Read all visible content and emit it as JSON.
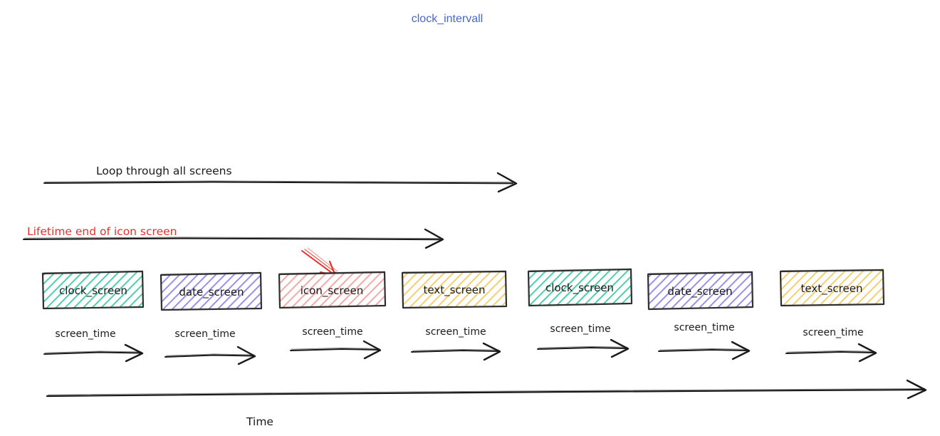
{
  "diagram": {
    "title": "clock_intervall",
    "title_color": "#4767cf",
    "background": "#ffffff",
    "ink_color": "#1a1a1a",
    "accent_red": "#e8312a"
  },
  "annotations": [
    {
      "id": "loop-through-all-screens",
      "label": "Loop through all screens",
      "color": "#1a1a1a"
    },
    {
      "id": "lifetime-end-of-icon-screen",
      "label": "Lifetime end of icon screen",
      "color": "#e8312a"
    }
  ],
  "screens": [
    {
      "label": "clock_screen",
      "color": "#3fbf9a",
      "fill": "#d9f3ea"
    },
    {
      "label": "date_screen",
      "color": "#7b6fd6",
      "fill": "#e2dffa"
    },
    {
      "label": "icon_screen",
      "color": "#e86a64",
      "fill": "#fadddc"
    },
    {
      "label": "text_screen",
      "color": "#e8b33c",
      "fill": "#fbedc8"
    },
    {
      "label": "clock_screen",
      "color": "#3fbf9a",
      "fill": "#d9f3ea"
    },
    {
      "label": "date_screen",
      "color": "#7b6fd6",
      "fill": "#e2dffa"
    },
    {
      "label": "text_screen",
      "color": "#e8b33c",
      "fill": "#fbedc8"
    }
  ],
  "screen_time_labels": [
    "screen_time",
    "screen_time",
    "screen_time",
    "screen_time",
    "screen_time",
    "screen_time",
    "screen_time"
  ],
  "axis": {
    "label": "Time",
    "color": "#1a1a1a"
  },
  "pointer": {
    "name": "red-arrow-to-icon-screen",
    "target": "icon_screen",
    "color": "#e8312a"
  }
}
